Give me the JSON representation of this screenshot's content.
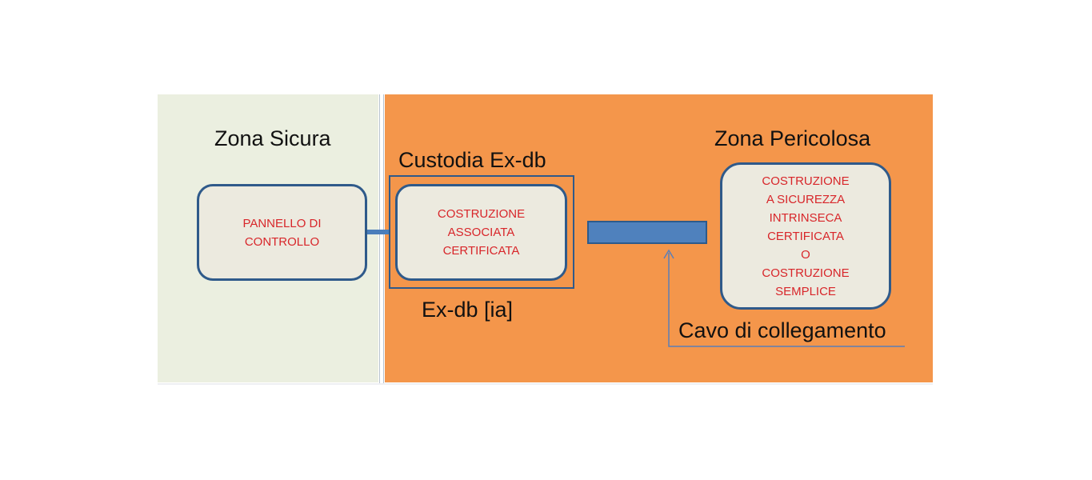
{
  "zones": {
    "safe": {
      "title": "Zona Sicura",
      "color": "#ebefe0"
    },
    "hazard": {
      "title": "Zona Pericolosa",
      "color": "#f4964b"
    }
  },
  "enclosure": {
    "title": "Custodia Ex-db",
    "marking": "Ex-db [ia]"
  },
  "boxes": {
    "control_panel": {
      "lines": [
        "PANNELLO DI",
        "CONTROLLO"
      ]
    },
    "associated": {
      "lines": [
        "COSTRUZIONE",
        "ASSOCIATA",
        "CERTIFICATA"
      ]
    },
    "field_device": {
      "lines": [
        "COSTRUZIONE",
        "A SICUREZZA",
        "INTRINSECA",
        "CERTIFICATA",
        "O",
        "COSTRUZIONE",
        "SEMPLICE"
      ]
    }
  },
  "cable": {
    "label": "Cavo di collegamento"
  },
  "colors": {
    "box_text": "#d8262a",
    "box_border": "#2f5a8a",
    "box_fill": "#eceadf",
    "cable": "#4f81bd"
  }
}
